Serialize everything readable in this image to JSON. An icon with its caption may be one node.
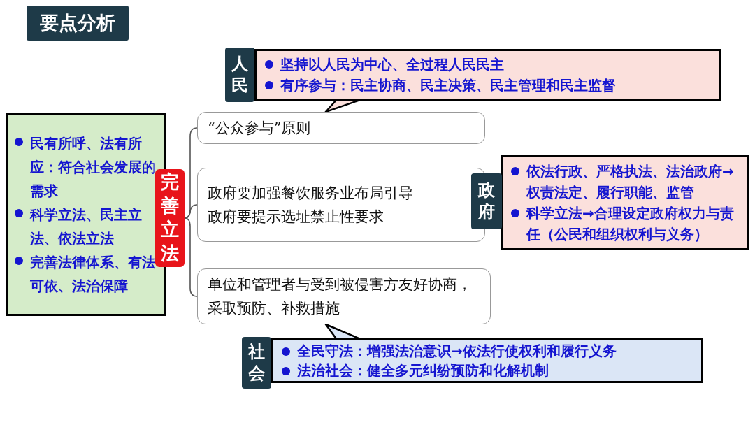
{
  "diagram": {
    "title": "要点分析",
    "nodes": [
      {
        "text": [
          "民有所呼、法有所应：符合社会发展的需求",
          "科学立法、民主立法、依法立法",
          "完善法律体系、有法可依、法治保障"
        ]
      },
      {
        "text": [
          "完善立法"
        ]
      },
      {
        "text": [
          "“公众参与”原则"
        ]
      },
      {
        "text": [
          "政府要加强餐饮服务业布局引导",
          "政府要提示选址禁止性要求"
        ]
      },
      {
        "text": [
          "单位和管理者与受到被侵害方友好协商，采取预防、补救措施"
        ]
      },
      {
        "text": [
          "人民"
        ]
      },
      {
        "text": [
          "坚持以人民为中心、全过程人民民主",
          "有序参与：民主协商、民主决策、民主管理和民主监督"
        ]
      },
      {
        "text": [
          "政府"
        ]
      },
      {
        "text": [
          "依法行政、严格执法、法治政府→权责法定、履行职能、监管",
          "科学立法→合理设定政府权力与责任（公民和组织权利与义务）"
        ]
      },
      {
        "text": [
          "社会"
        ]
      },
      {
        "text": [
          "全民守法：增强法治意识→依法行使权利和履行义务",
          "法治社会：健全多元纠纷预防和化解机制"
        ]
      }
    ],
    "edges": [
      {
        "from": 1,
        "to": 2,
        "arrow": "none"
      },
      {
        "from": 1,
        "to": 3,
        "arrow": "none"
      },
      {
        "from": 1,
        "to": 4,
        "arrow": "none"
      },
      {
        "from": 6,
        "to": 2,
        "arrow": "none"
      },
      {
        "from": 10,
        "to": 4,
        "arrow": "none"
      }
    ]
  }
}
